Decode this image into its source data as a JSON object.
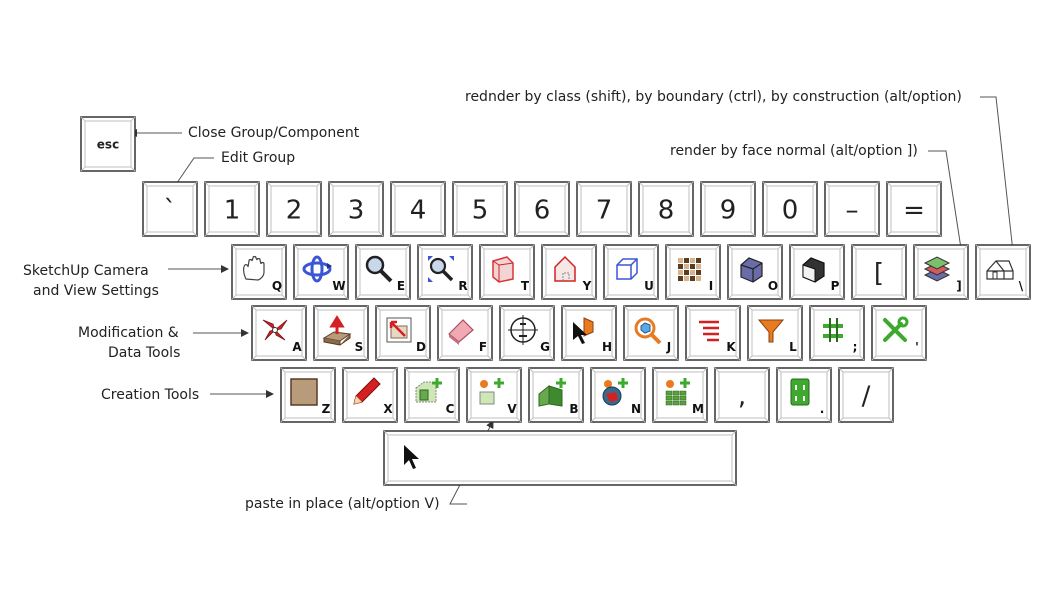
{
  "annotations": {
    "close_group": "Close Group/Component",
    "edit_group": "Edit Group",
    "render_class": "rednder by class (shift), by boundary (ctrl), by construction (alt/option)",
    "render_face": "render by face normal (alt/option ])",
    "camera_line1": "SketchUp Camera",
    "camera_line2": "and View Settings",
    "modification_line1": "Modification &",
    "modification_line2": "Data Tools",
    "creation": "Creation Tools",
    "paste": "paste in place (alt/option V)"
  },
  "esc_key": {
    "label": "esc"
  },
  "number_row": [
    "`",
    "1",
    "2",
    "3",
    "4",
    "5",
    "6",
    "7",
    "8",
    "9",
    "0",
    "–",
    "="
  ],
  "qwerty_row": [
    {
      "letter": "Q",
      "icon": "pan-hand-icon"
    },
    {
      "letter": "W",
      "icon": "orbit-icon"
    },
    {
      "letter": "E",
      "icon": "zoom-icon"
    },
    {
      "letter": "R",
      "icon": "zoom-extents-icon"
    },
    {
      "letter": "T",
      "icon": "xray-icon"
    },
    {
      "letter": "Y",
      "icon": "back-edges-icon"
    },
    {
      "letter": "U",
      "icon": "wireframe-icon"
    },
    {
      "letter": "I",
      "icon": "hidden-line-icon"
    },
    {
      "letter": "O",
      "icon": "shaded-icon"
    },
    {
      "letter": "P",
      "icon": "shaded-textures-icon"
    },
    {
      "letter": "[",
      "icon": ""
    },
    {
      "letter": "]",
      "icon": "layers-icon"
    },
    {
      "letter": "\\",
      "icon": "house-icon"
    }
  ],
  "home_row": [
    {
      "letter": "A",
      "icon": "rotate-icon"
    },
    {
      "letter": "S",
      "icon": "push-pull-icon"
    },
    {
      "letter": "D",
      "icon": "scale-icon"
    },
    {
      "letter": "F",
      "icon": "eraser-icon"
    },
    {
      "letter": "G",
      "icon": "protractor-icon"
    },
    {
      "letter": "H",
      "icon": "select-component-icon"
    },
    {
      "letter": "J",
      "icon": "component-search-icon"
    },
    {
      "letter": "K",
      "icon": "outliner-icon"
    },
    {
      "letter": "L",
      "icon": "funnel-icon"
    },
    {
      "letter": ";",
      "icon": "align-icon"
    },
    {
      "letter": "'",
      "icon": "tools-icon"
    }
  ],
  "bottom_row": [
    {
      "letter": "Z",
      "icon": "face-icon"
    },
    {
      "letter": "X",
      "icon": "pencil-icon"
    },
    {
      "letter": "C",
      "icon": "create-group-icon"
    },
    {
      "letter": "V",
      "icon": "paste-icon"
    },
    {
      "letter": "B",
      "icon": "fold-icon"
    },
    {
      "letter": "N",
      "icon": "sun-globe-icon"
    },
    {
      "letter": "M",
      "icon": "sun-grid-icon"
    },
    {
      "letter": ",",
      "icon": ""
    },
    {
      "letter": ".",
      "icon": "outlet-icon"
    },
    {
      "letter": "/",
      "icon": ""
    }
  ],
  "space_key": {
    "icon": "cursor-arrow-icon"
  },
  "colors": {
    "key_border": "#333333",
    "key_bevel": "#bfbfbf",
    "text": "#222222",
    "red": "#d42020",
    "green": "#3fa82f",
    "blue": "#3a56d6",
    "tan": "#b89b7a",
    "orange": "#e87a20"
  }
}
